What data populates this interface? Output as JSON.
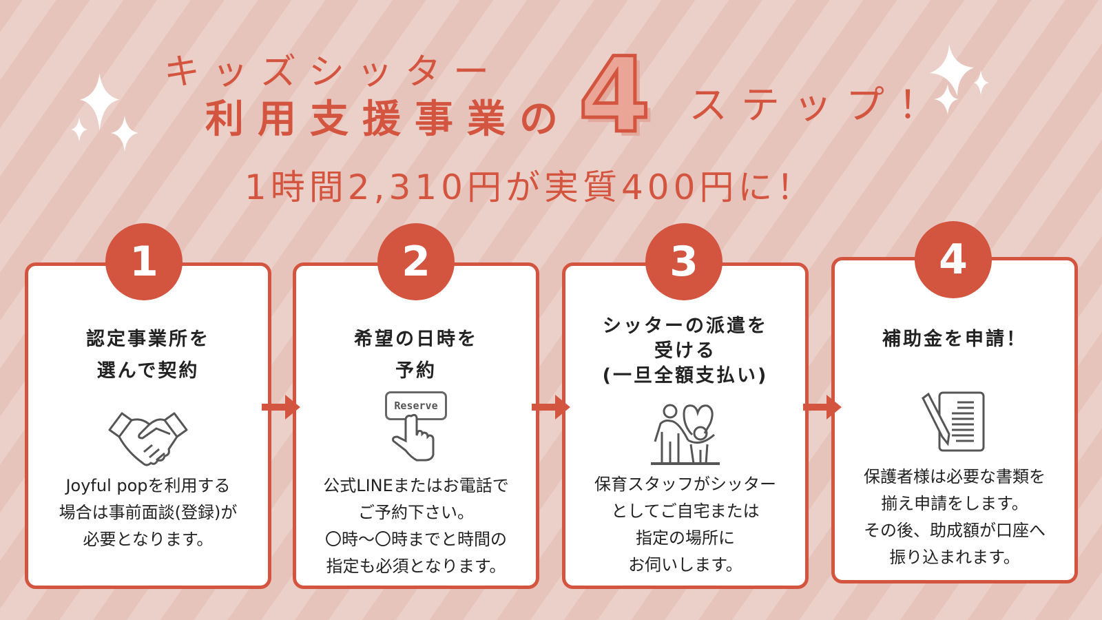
{
  "title": {
    "line1": "キッズシッター",
    "line2": "利用支援事業の",
    "number": "4",
    "line3": "ステップ！"
  },
  "subtitle": "1時間2,310円が実質400円に！",
  "colors": {
    "accent": "#d4553f",
    "background": "#e8cac2",
    "card": "#ffffff"
  },
  "steps": [
    {
      "number": "1",
      "heading": [
        "認定事業所を",
        "選んで契約"
      ],
      "icon": "handshake-icon",
      "body": "Joyful popを利用する\n場合は事前面談(登録)が\n必要となります。"
    },
    {
      "number": "2",
      "heading": [
        "希望の日時を",
        "予約"
      ],
      "icon": "reserve-button-icon",
      "icon_label": "Reserve",
      "body": "公式LINEまたはお電話で\nご予約下さい。\n〇時～〇時までと時間の\n指定も必須となります。"
    },
    {
      "number": "3",
      "heading": [
        "シッターの派遣を",
        "受ける",
        "(一旦全額支払い)"
      ],
      "icon": "parent-child-heart-icon",
      "body": "保育スタッフがシッター\nとしてご自宅または\n指定の場所に\nお伺いします。"
    },
    {
      "number": "4",
      "heading": [
        "補助金を申請！"
      ],
      "icon": "document-pencil-icon",
      "body": "保護者様は必要な書類を\n揃え申請をします。\nその後、助成額が口座へ\n振り込まれます。"
    }
  ]
}
